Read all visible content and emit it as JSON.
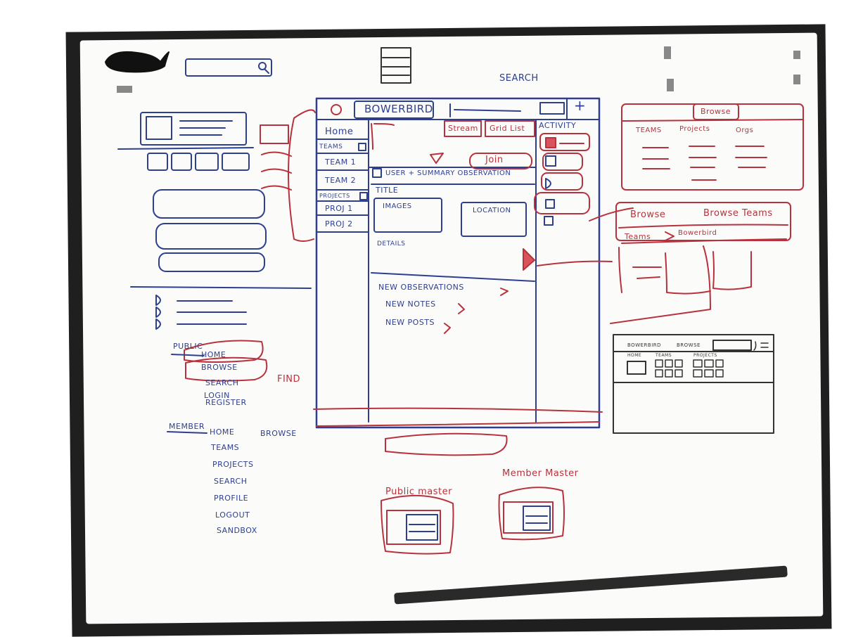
{
  "header": {
    "search_label": "SEARCH"
  },
  "app": {
    "brand": "BOWERBIRD",
    "activity_tab": "ACTIVITY",
    "stream_tab": "Stream",
    "grid_list_tab": "Grid List",
    "join_button": "Join",
    "plus_label": "+",
    "sidebar": {
      "home": "Home",
      "teams_header": "TEAMS",
      "team1": "TEAM 1",
      "team2": "TEAM 2",
      "projects_header": "PROJECTS",
      "proj1": "PROJ 1",
      "proj2": "PROJ 2"
    },
    "main": {
      "user_summary": "USER + SUMMARY OBSERVATION",
      "title": "TITLE",
      "images": "IMAGES",
      "location": "LOCATION",
      "details": "DETAILS",
      "new_observations": "NEW OBSERVATIONS",
      "new_notes": "NEW NOTES",
      "new_posts": "NEW POSTS"
    }
  },
  "browse_panel": {
    "tab": "Browse",
    "col1": "TEAMS",
    "col2": "Projects",
    "col3": "Orgs"
  },
  "breadcrumb_panel": {
    "left": "Browse",
    "right": "Browse Teams",
    "crumb1": "Teams",
    "crumb2": "Bowerbird"
  },
  "mini_screen": {
    "brand": "BOWERBIRD",
    "browse": "BROWSE",
    "col_home": "HOME",
    "col_teams": "TEAMS",
    "col_projects": "PROJECTS"
  },
  "public_nav": {
    "heading": "PUBLIC",
    "items": [
      "HOME",
      "BROWSE",
      "SEARCH",
      "LOGIN",
      "REGISTER"
    ],
    "find": "FIND"
  },
  "member_nav": {
    "heading": "MEMBER",
    "items": [
      "HOME",
      "TEAMS",
      "PROJECTS",
      "SEARCH",
      "PROFILE",
      "LOGOUT",
      "SANDBOX"
    ],
    "browse": "BROWSE"
  },
  "bottom_labels": {
    "public_master": "Public master",
    "member_master": "Member Master"
  },
  "colors": {
    "blue": "#2e3f8f",
    "red": "#b8323d"
  }
}
